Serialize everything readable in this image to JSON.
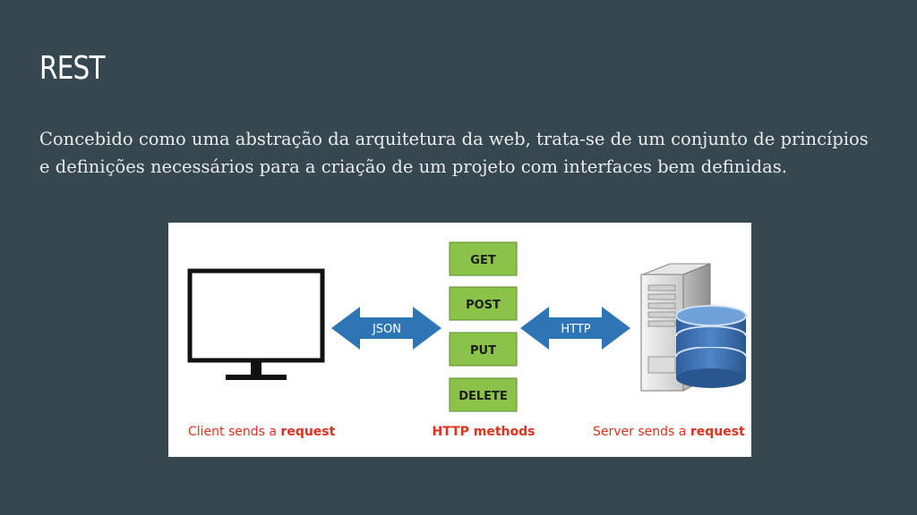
{
  "slide": {
    "title": "REST",
    "body": "Concebido como uma abstração da arquitetura da web, trata-se de um conjunto de princípios e definições necessários para a criação de um projeto com interfaces bem definidas."
  },
  "diagram": {
    "methods": [
      "GET",
      "POST",
      "PUT",
      "DELETE"
    ],
    "left_arrow_label": "JSON",
    "right_arrow_label": "HTTP",
    "client_caption_prefix": "Client sends a ",
    "client_caption_bold": "request",
    "methods_caption": "HTTP methods",
    "server_caption_prefix": "Server sends a ",
    "server_caption_bold": "request",
    "colors": {
      "method_box": "#8bc34a",
      "method_border": "#5d8a2e",
      "arrow": "#2e75b6",
      "caption": "#e0301e",
      "database": "#3b6fb0"
    }
  }
}
